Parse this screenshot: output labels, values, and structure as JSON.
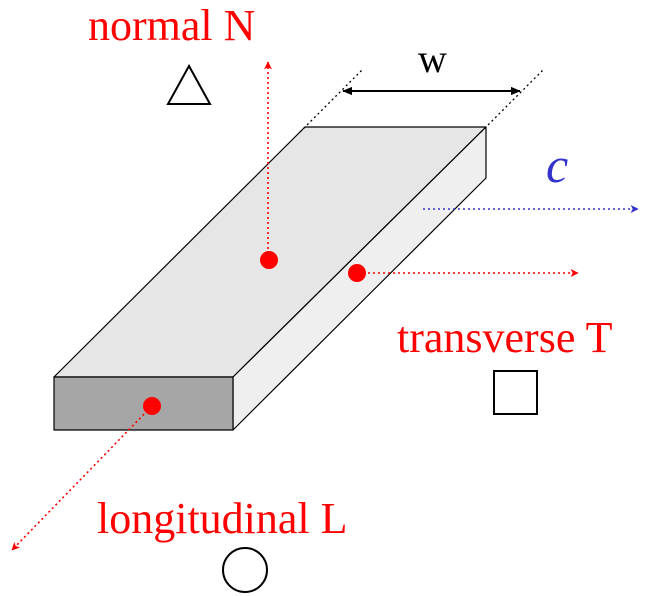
{
  "labels": {
    "normal": "normal N",
    "transverse": "transverse T",
    "longitudinal": "longitudinal L",
    "width": "w",
    "velocity": "c"
  },
  "symbols": {
    "normal": "triangle",
    "transverse": "square",
    "longitudinal": "circle"
  },
  "colors": {
    "axis_arrows": "#ff0000",
    "velocity_arrow": "#3333cc",
    "plate_top": "#e6e6e6",
    "plate_end": "#a6a6a6",
    "plate_side": "#ececec"
  }
}
